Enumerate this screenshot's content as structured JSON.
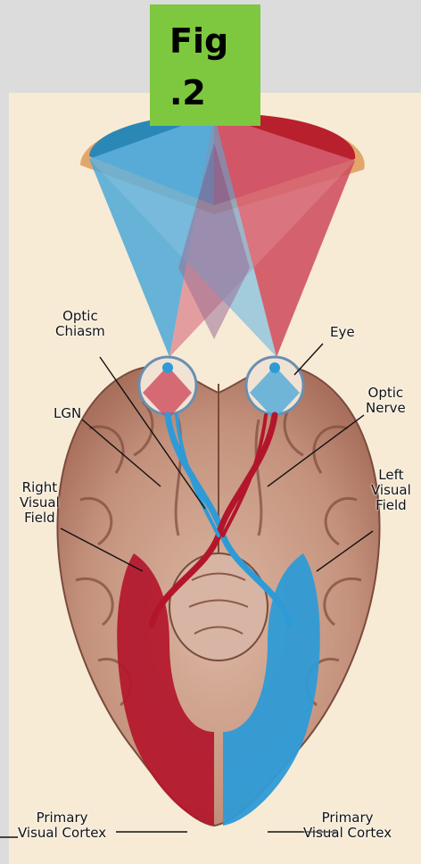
{
  "badge": {
    "line1": "Fig",
    "line2": ".2"
  },
  "labels": {
    "optic_chiasm": "Optic\nChiasm",
    "eye": "Eye",
    "lgn": "LGN",
    "optic_nerve": "Optic\nNerve",
    "right_visual_field": "Right\nVisual\nField",
    "left_visual_field": "Left\nVisual\nField",
    "primary_visual_cortex_left": "Primary\nVisual Cortex",
    "primary_visual_cortex_right": "Primary\nVisual Cortex"
  },
  "colors": {
    "page_background": "#dcdcdc",
    "panel_background": "#f7ebd6",
    "badge_green": "#7dc83f",
    "blue_pathway": "#2e9bd6",
    "red_pathway": "#b3162c",
    "brain_tissue": "#c99b87"
  }
}
